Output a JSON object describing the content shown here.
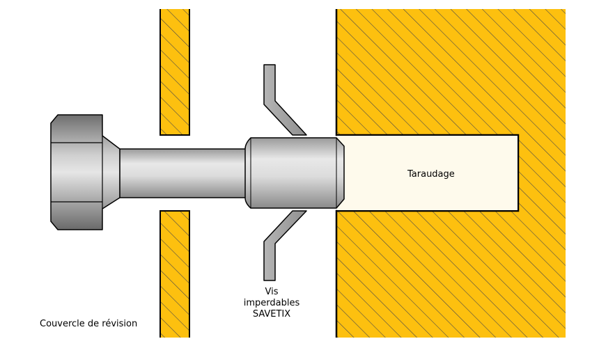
{
  "labels": {
    "tapping": "Taraudage",
    "screw_line1": "Vis",
    "screw_line2": "imperdables",
    "screw_line3": "SAVETIX",
    "cover": "Couvercle de révision"
  },
  "colors": {
    "hatch_fill": "#FDC00F",
    "hatch_line": "#4a4a4a",
    "tapped_hole": "#FEFAEC",
    "outline": "#000000",
    "steel_light": "#E3E3E3",
    "steel_dark": "#8A8A8A"
  }
}
